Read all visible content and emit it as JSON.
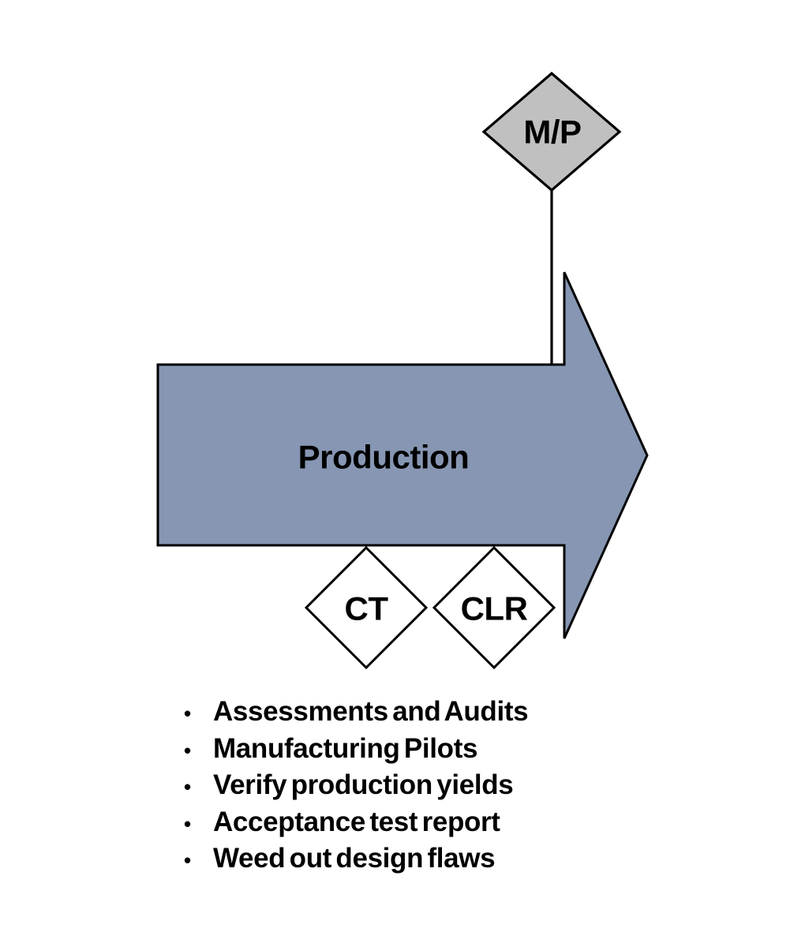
{
  "page": {
    "background": "#FFFFFF"
  },
  "diagram": {
    "top_milestone": {
      "label": "M/P",
      "fill": "#C0C0C0"
    },
    "phase_arrow": {
      "label": "Production",
      "fill": "#8696B3"
    },
    "bottom_milestones": [
      {
        "label": "CT",
        "fill": "#FFFFFF"
      },
      {
        "label": "CLR",
        "fill": "#FFFFFF"
      }
    ],
    "outline_color": "#000000",
    "text_color": "#000000",
    "bullet_glyph": "•",
    "bullet_items": [
      "Assessments and Audits",
      "Manufacturing Pilots",
      "Verify production yields",
      "Acceptance test report",
      "Weed out design flaws"
    ]
  }
}
